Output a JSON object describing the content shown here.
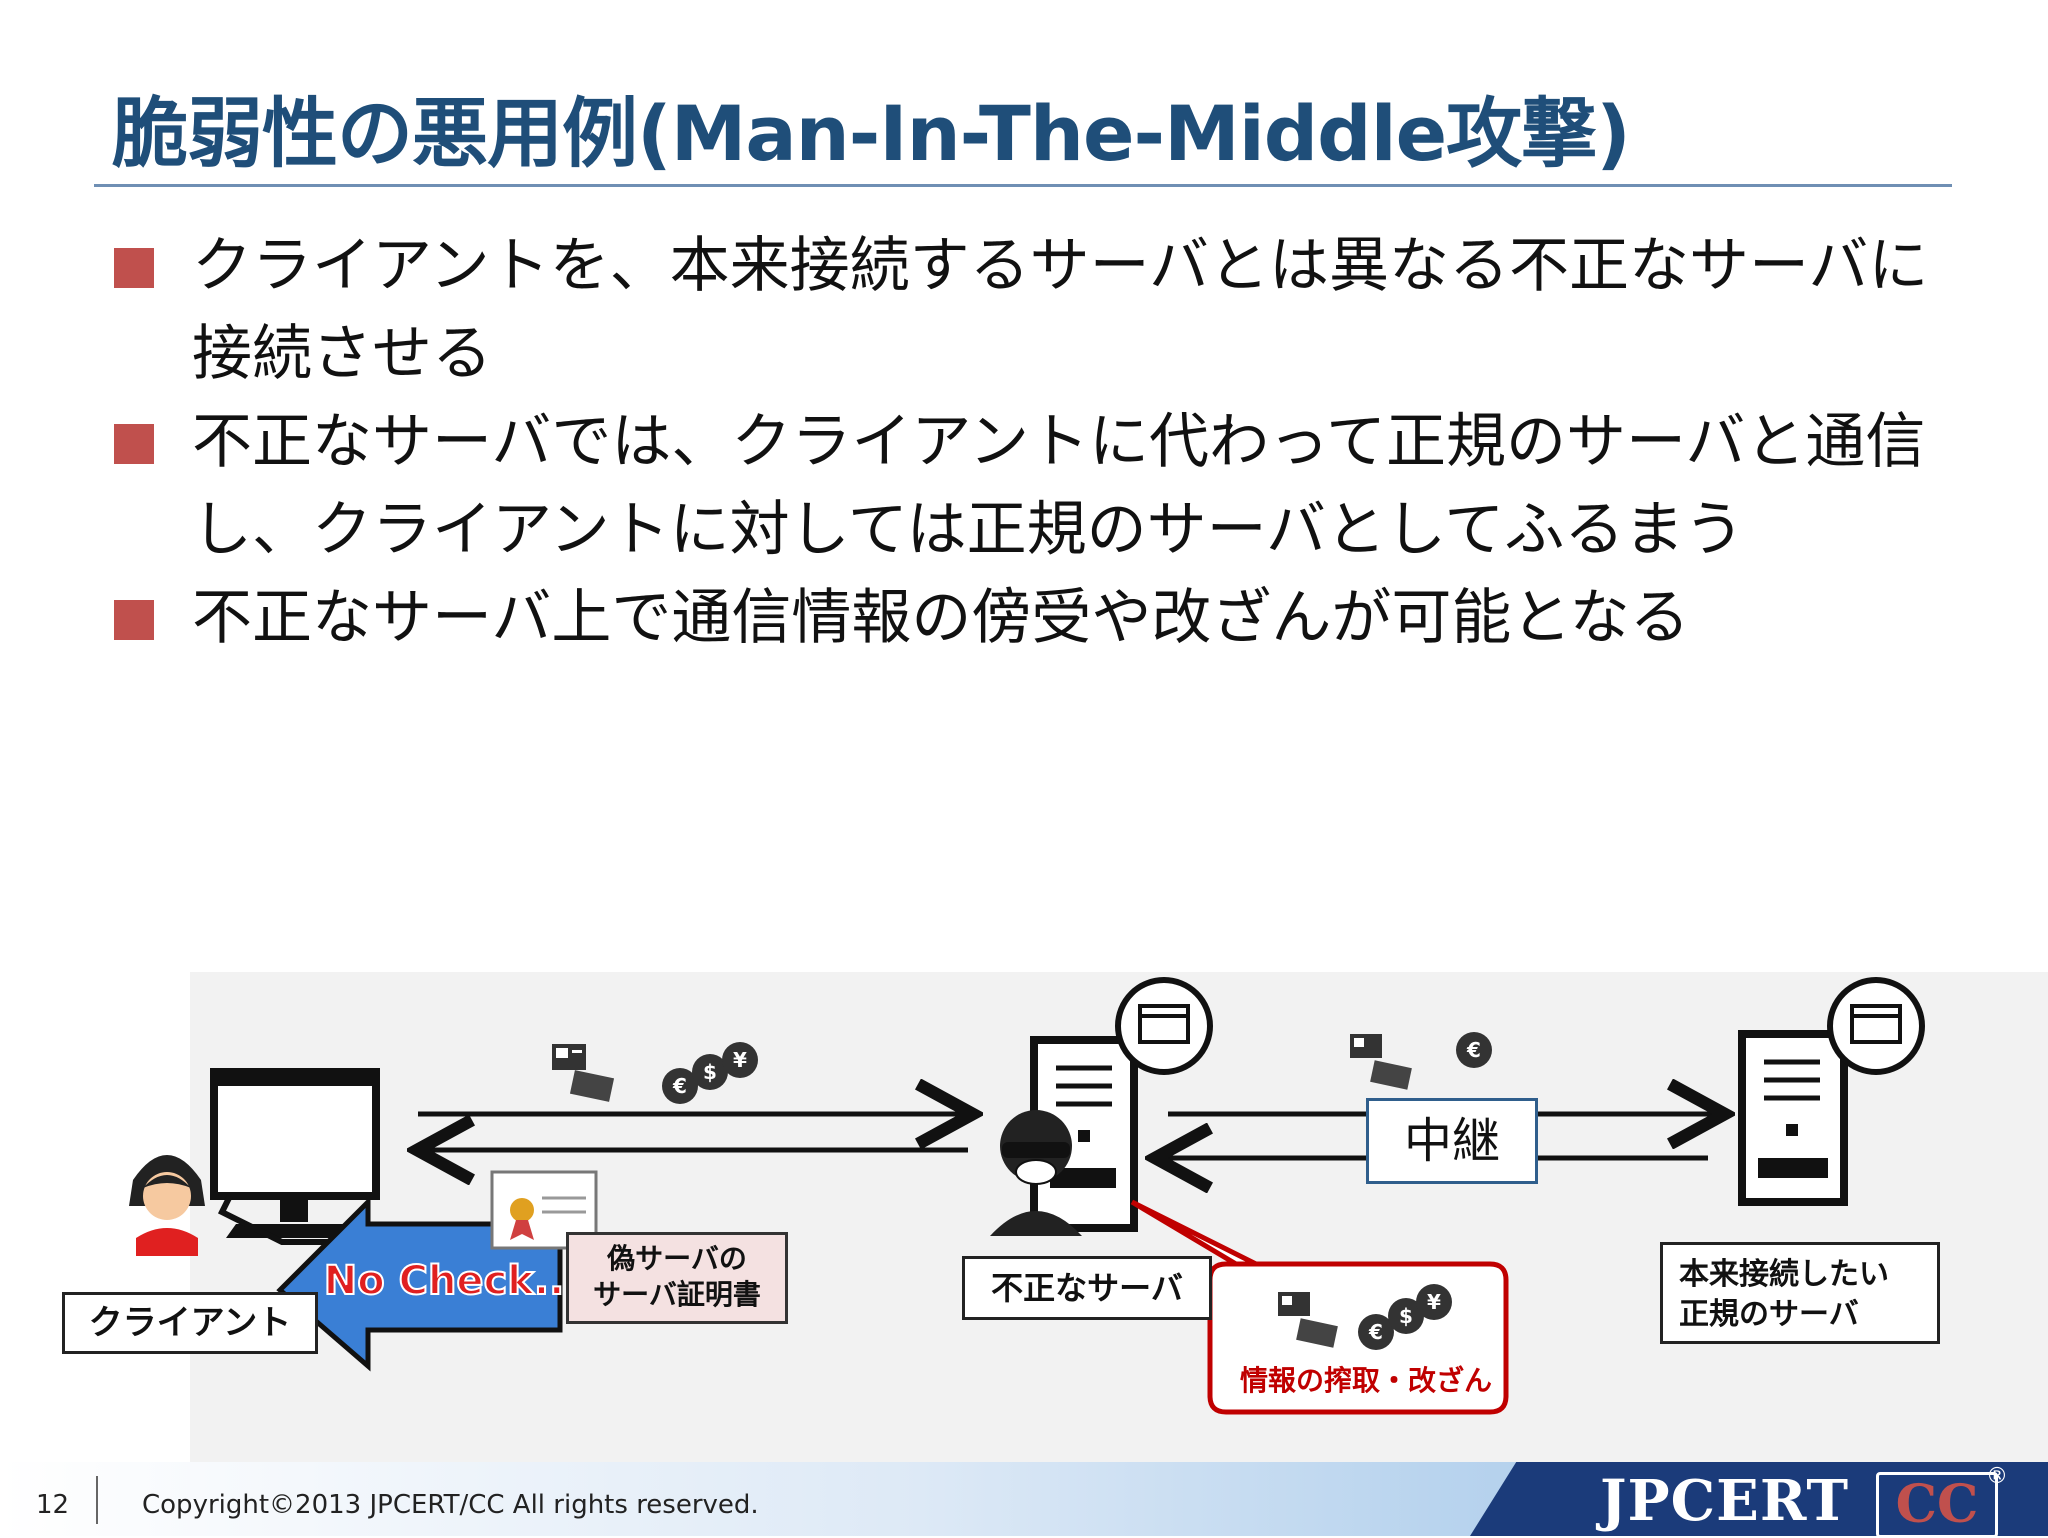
{
  "slide": {
    "title": "脆弱性の悪用例(Man-In-The-Middle攻撃)",
    "bullets": [
      "クライアントを、本来接続するサーバとは異なる不正なサーバに接続させる",
      "不正なサーバでは、クライアントに代わって正規のサーバと通信し、クライアントに対しては正規のサーバとしてふるまう",
      "不正なサーバ上で通信情報の傍受や改ざんが可能となる"
    ]
  },
  "diagram": {
    "client_label": "クライアント",
    "no_check": "No Check..",
    "fake_cert_line1": "偽サーバの",
    "fake_cert_line2": "サーバ証明書",
    "rogue_server_label": "不正なサーバ",
    "relay_label": "中継",
    "legit_server_line1": "本来接続したい",
    "legit_server_line2": "正規のサーバ",
    "theft_label": "情報の搾取・改ざん",
    "currency_symbols": [
      "€",
      "$",
      "¥"
    ],
    "colors": {
      "accent_red": "#c0504d",
      "title_blue": "#1f4e79",
      "arrow_blue": "#3a7fd5",
      "theft_red": "#c00000"
    }
  },
  "footer": {
    "page_number": "12",
    "copyright": "Copyright©2013 JPCERT/CC All rights reserved.",
    "logo_main": "JPCERT",
    "logo_cc": "CC",
    "logo_reg": "®"
  }
}
